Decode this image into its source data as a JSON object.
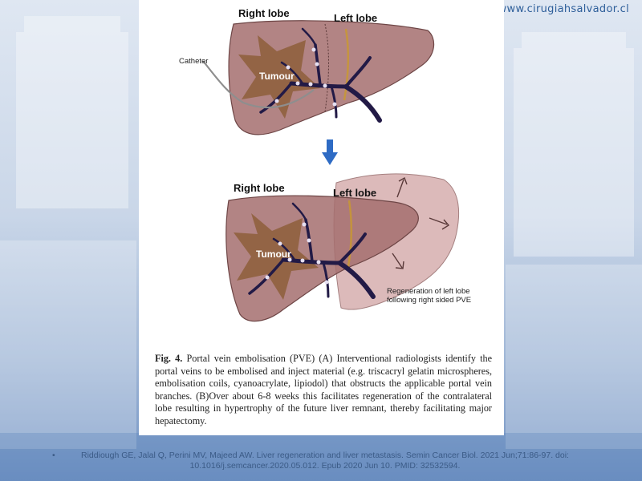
{
  "header": {
    "website": "www.cirugiahsalvador.cl"
  },
  "figure": {
    "top": {
      "right_lobe_label": "Right lobe",
      "left_lobe_label": "Left lobe",
      "catheter_label": "Catheter",
      "tumour_label": "Tumour"
    },
    "bottom": {
      "right_lobe_label": "Right lobe",
      "left_lobe_label": "Left lobe",
      "tumour_label": "Tumour",
      "regeneration_line1": "Regeneration of left lobe",
      "regeneration_line2": "following right sided PVE"
    },
    "colors": {
      "liver": "#a56f6f",
      "liver_light": "#d8b3b3",
      "tumour": "#8d5e3a",
      "vein": "#221a46",
      "arrow": "#2e6bc4"
    }
  },
  "caption": {
    "label": "Fig. 4.",
    "text": "Portal vein embolisation (PVE) (A) Interventional radiologists identify the portal veins to be embolised and inject material (e.g. triscacryl gelatin microspheres, embolisation coils, cyanoacrylate, lipiodol) that obstructs the applicable portal vein branches. (B)Over about 6-8 weeks this facilitates regeneration of the contralateral lobe resulting in hypertrophy of the future liver remnant, thereby facilitating major hepatectomy."
  },
  "citation": {
    "bullet": "•",
    "text": "Riddiough GE, Jalal Q, Perini MV, Majeed AW. Liver regeneration and liver metastasis. Semin Cancer Biol. 2021 Jun;71:86-97. doi: 10.1016/j.semcancer.2020.05.012. Epub 2020 Jun 10. PMID: 32532594."
  }
}
